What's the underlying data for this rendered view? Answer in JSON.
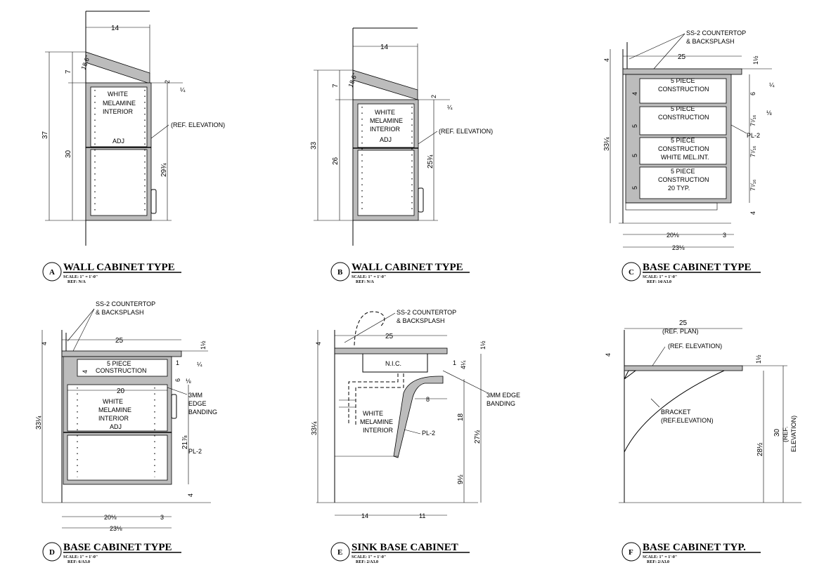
{
  "details": [
    {
      "key": "A",
      "title": "WALL CABINET TYPE",
      "scale": "SCALE: 1\" = 1'-0\"",
      "ref": "REF: N/A",
      "labels": {
        "width_top": "14",
        "slope_height": "7",
        "slope_offset": "18.6\"",
        "overall_height": "37",
        "cabinet_height": "30",
        "interior_height": "29¾",
        "top_thickness": "2",
        "top_fraction": "¼",
        "interior": [
          "WHITE",
          "MELAMINE",
          "INTERIOR"
        ],
        "adj": "ADJ",
        "ref_elev": "(REF. ELEVATION)"
      }
    },
    {
      "key": "B",
      "title": "WALL CABINET TYPE",
      "scale": "SCALE: 1\" = 1'-0\"",
      "ref": "REF: N/A",
      "labels": {
        "width_top": "14",
        "slope_height": "7",
        "slope_offset": "18.6\"",
        "overall_height": "33",
        "cabinet_height": "26",
        "interior_height": "25¾",
        "top_thickness": "2",
        "top_fraction": "¼",
        "interior": [
          "WHITE",
          "MELAMINE",
          "INTERIOR"
        ],
        "adj": "ADJ",
        "ref_elev": "(REF. ELEVATION)"
      }
    },
    {
      "key": "C",
      "title": "BASE CABINET TYPE",
      "scale": "SCALE: 1\" = 1'-0\"",
      "ref": "REF: 14/A3.0",
      "labels": {
        "countertop": [
          "SS-2 COUNTERTOP",
          "& BACKSPLASH"
        ],
        "width_top": "25",
        "top_4": "4",
        "top_1_half": "1½",
        "quarter": "¼",
        "six": "6",
        "overall_height": "33¼",
        "drawer_1": [
          "5 PIECE",
          "CONSTRUCTION"
        ],
        "drawer_2": [
          "5 PIECE",
          "CONSTRUCTION"
        ],
        "drawer_3": [
          "5 PIECE",
          "CONSTRUCTION",
          "WHITE MEL.INT."
        ],
        "drawer_4": [
          "5 PIECE",
          "CONSTRUCTION",
          "20 TYP."
        ],
        "d_4": "4",
        "d_5a": "5",
        "d_5b": "5",
        "d_5c": "5",
        "d_7a": "7⁷⁄₁₆",
        "d_7b": "7⁷⁄₁₆",
        "d_7c": "7⁷⁄₁₆",
        "eighth": "⅛",
        "pl": "PL-2",
        "toe": "4",
        "depth_1": "20⅛",
        "depth_2": "3",
        "depth_total": "23⅛"
      }
    },
    {
      "key": "D",
      "title": "BASE CABINET TYPE",
      "scale": "SCALE: 1\" = 1'-0\"",
      "ref": "REF: 6/A3.0",
      "labels": {
        "countertop": [
          "SS-2 COUNTERTOP",
          "& BACKSPLASH"
        ],
        "top_4": "4",
        "width_top": "25",
        "top_1_half": "1½",
        "drawer": [
          "5 PIECE",
          "CONSTRUCTION"
        ],
        "d_4": "4",
        "one": "1",
        "quarter": "¼",
        "six": "6",
        "eighth": "⅛",
        "twenty": "20",
        "edge": [
          "3MM",
          "EDGE",
          "BANDING"
        ],
        "interior": [
          "WHITE",
          "MELAMINE",
          "INTERIOR",
          "ADJ"
        ],
        "overall_height": "33¼",
        "lower_height": "21⅞",
        "pl": "PL-2",
        "toe": "4",
        "depth_1": "20⅛",
        "depth_2": "3",
        "depth_total": "23⅛"
      }
    },
    {
      "key": "E",
      "title": "SINK BASE CABINET",
      "scale": "SCALE: 1\" = 1'-0\"",
      "ref": "REF: 2/A3.0",
      "labels": {
        "countertop": [
          "SS-2 COUNTERTOP",
          "& BACKSPLASH"
        ],
        "top_4": "4",
        "width_top": "25",
        "top_1_half": "1½",
        "nic": "N.I.C.",
        "one": "1",
        "four": "4¼",
        "edge": [
          "3MM EDGE",
          "BANDING"
        ],
        "eight": "8",
        "interior": [
          "WHITE",
          "MELAMINE",
          "INTERIOR"
        ],
        "pl": "PL-2",
        "eighteen": "18",
        "twentyseven": "27½",
        "overall_height": "33¼",
        "nine": "9½",
        "depth_1": "14",
        "depth_2": "11"
      }
    },
    {
      "key": "F",
      "title": "BASE CABINET TYP.",
      "scale": "SCALE: 1\" = 1'-0\"",
      "ref": "REF: 2/A3.0",
      "labels": {
        "width_top": "25",
        "ref_plan": "(REF. PLAN)",
        "ref_elev": "(REF. ELEVATION)",
        "top_4": "4",
        "top_1_half": "1½",
        "bracket": [
          "BRACKET",
          "(REF.ELEVATION)"
        ],
        "height": "28½",
        "height_30": [
          "30",
          "(REF.",
          "ELEVATION)"
        ]
      }
    }
  ]
}
